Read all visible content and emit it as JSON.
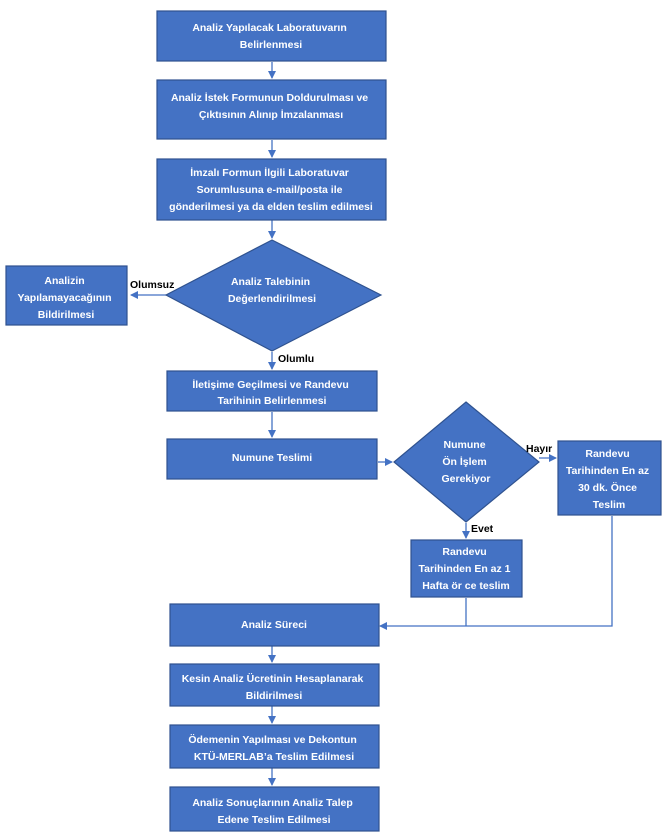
{
  "nodes": {
    "n1": [
      "Analiz Yapılacak Laboratuvarın",
      "Belirlenmesi"
    ],
    "n2": [
      "Analiz İstek Formunun Doldurulması ve",
      "Çıktısının Alınıp İmzalanması"
    ],
    "n3": [
      "İmzalı Formun İlgili Laboratuvar",
      "Sorumlusuna e-mail/posta ile",
      "gönderilmesi ya da elden teslim edilmesi"
    ],
    "d1": [
      "Analiz Talebinin",
      "Değerlendirilmesi"
    ],
    "neg": [
      "Analizin",
      "Yapılamayacağının",
      "Bildirilmesi"
    ],
    "n4": [
      "İletişime Geçilmesi ve Randevu",
      "Tarihinin Belirlenmesi"
    ],
    "n5": [
      "Numune Teslimi"
    ],
    "d2": [
      "Numune",
      "Ön İşlem",
      "Gerekiyor"
    ],
    "r1": [
      "Randevu",
      "Tarihinden En az",
      "30 dk. Önce",
      "Teslim"
    ],
    "r2": [
      "Randevu",
      "Tarihinden En az 1",
      "Hafta ör ce teslim"
    ],
    "n6": [
      "Analiz Süreci"
    ],
    "n7": [
      "Kesin Analiz Ücretinin Hesaplanarak",
      "Bildirilmesi"
    ],
    "n8": [
      "Ödemenin Yapılması ve Dekontun",
      "KTÜ-MERLAB’a Teslim Edilmesi"
    ],
    "n9": [
      "Analiz Sonuçlarının Analiz Talep",
      "Edene Teslim Edilmesi"
    ]
  },
  "labels": {
    "olumsuz": "Olumsuz",
    "olumlu": "Olumlu",
    "hayir": "Hayır",
    "evet": "Evet"
  },
  "colors": {
    "fill": "#4472c4",
    "border": "#2f528f",
    "connector": "#4472c4"
  }
}
